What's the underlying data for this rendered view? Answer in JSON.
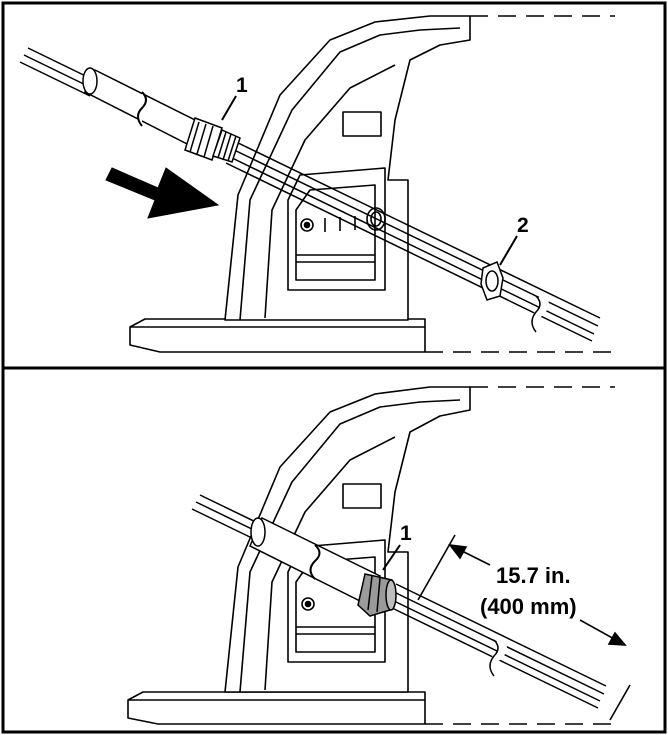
{
  "top_panel": {
    "callout_1": "1",
    "callout_2": "2"
  },
  "bottom_panel": {
    "callout_1": "1",
    "dimension_imperial": "15.7 in.",
    "dimension_metric": "(400 mm)"
  }
}
